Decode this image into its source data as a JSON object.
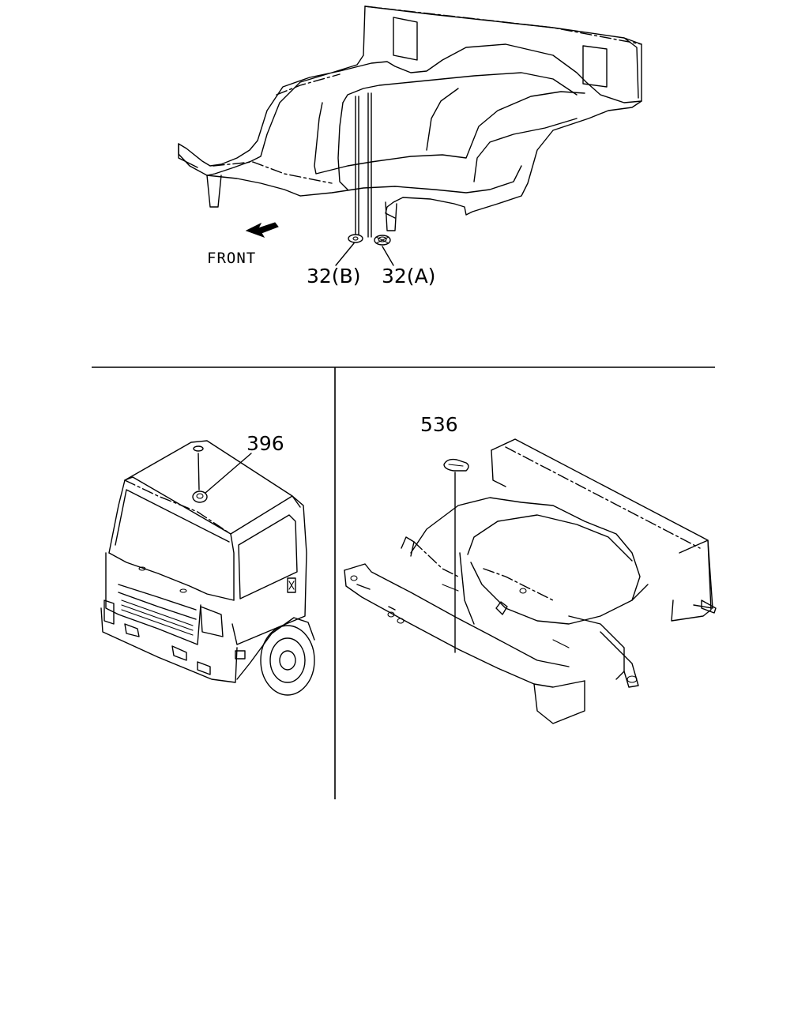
{
  "direction_label": "FRONT",
  "callouts": {
    "part_32b": "32(B)",
    "part_32a": "32(A)",
    "part_396": "396",
    "part_536": "536"
  },
  "colors": {
    "line": "#000000",
    "background": "#ffffff"
  }
}
